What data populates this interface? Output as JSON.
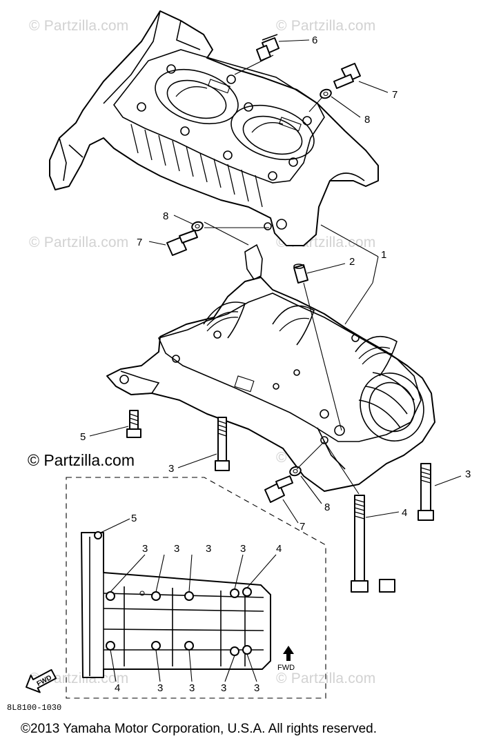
{
  "watermark": {
    "text": "© Partzilla.com"
  },
  "brand_text": "© Partzilla.com",
  "figure_code": "8L8100-1030",
  "copyright": "©2013  Yamaha Motor Corporation, U.S.A. All rights reserved.",
  "inset_fwd_label": "FWD",
  "fwd_arrow_label": "FWD",
  "callouts": {
    "c6": "6",
    "c7a": "7",
    "c8a": "8",
    "c8b": "8",
    "c7b": "7",
    "c2": "2",
    "c1": "1",
    "c5": "5",
    "c3a": "3",
    "c3b": "3",
    "c8c": "8",
    "c7c": "7",
    "c4": "4",
    "i5": "5",
    "i3a": "3",
    "i3b": "3",
    "i3c": "3",
    "i3d": "3",
    "i4a": "4",
    "i4b": "4",
    "i3e": "3",
    "i3f": "3",
    "i3g": "3",
    "i3h": "3"
  }
}
